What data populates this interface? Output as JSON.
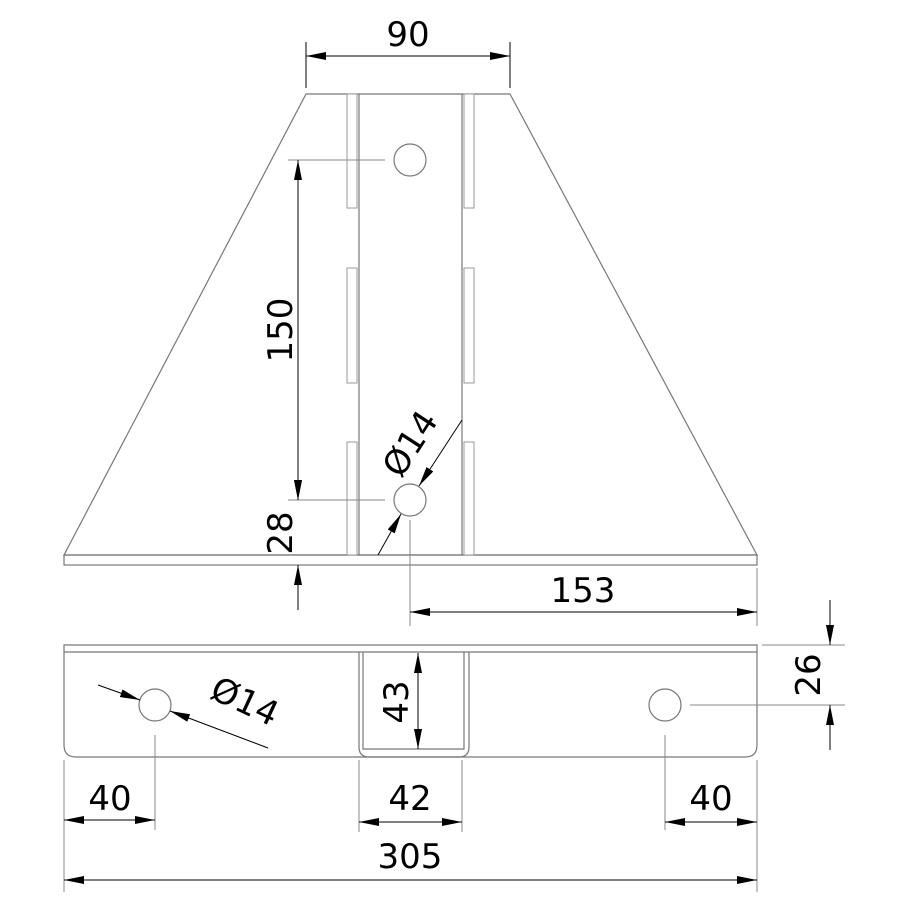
{
  "drawing": {
    "top_view": {
      "width_top": "90",
      "hole_spacing": "150",
      "hole_to_base": "28",
      "hole_diameter": "Ø14",
      "hole_to_edge": "153"
    },
    "bottom_view": {
      "hole_diameter": "Ø14",
      "channel_height": "43",
      "hole_height": "26",
      "left_hole_offset": "40",
      "channel_width": "42",
      "right_hole_offset": "40",
      "overall_length": "305"
    }
  }
}
